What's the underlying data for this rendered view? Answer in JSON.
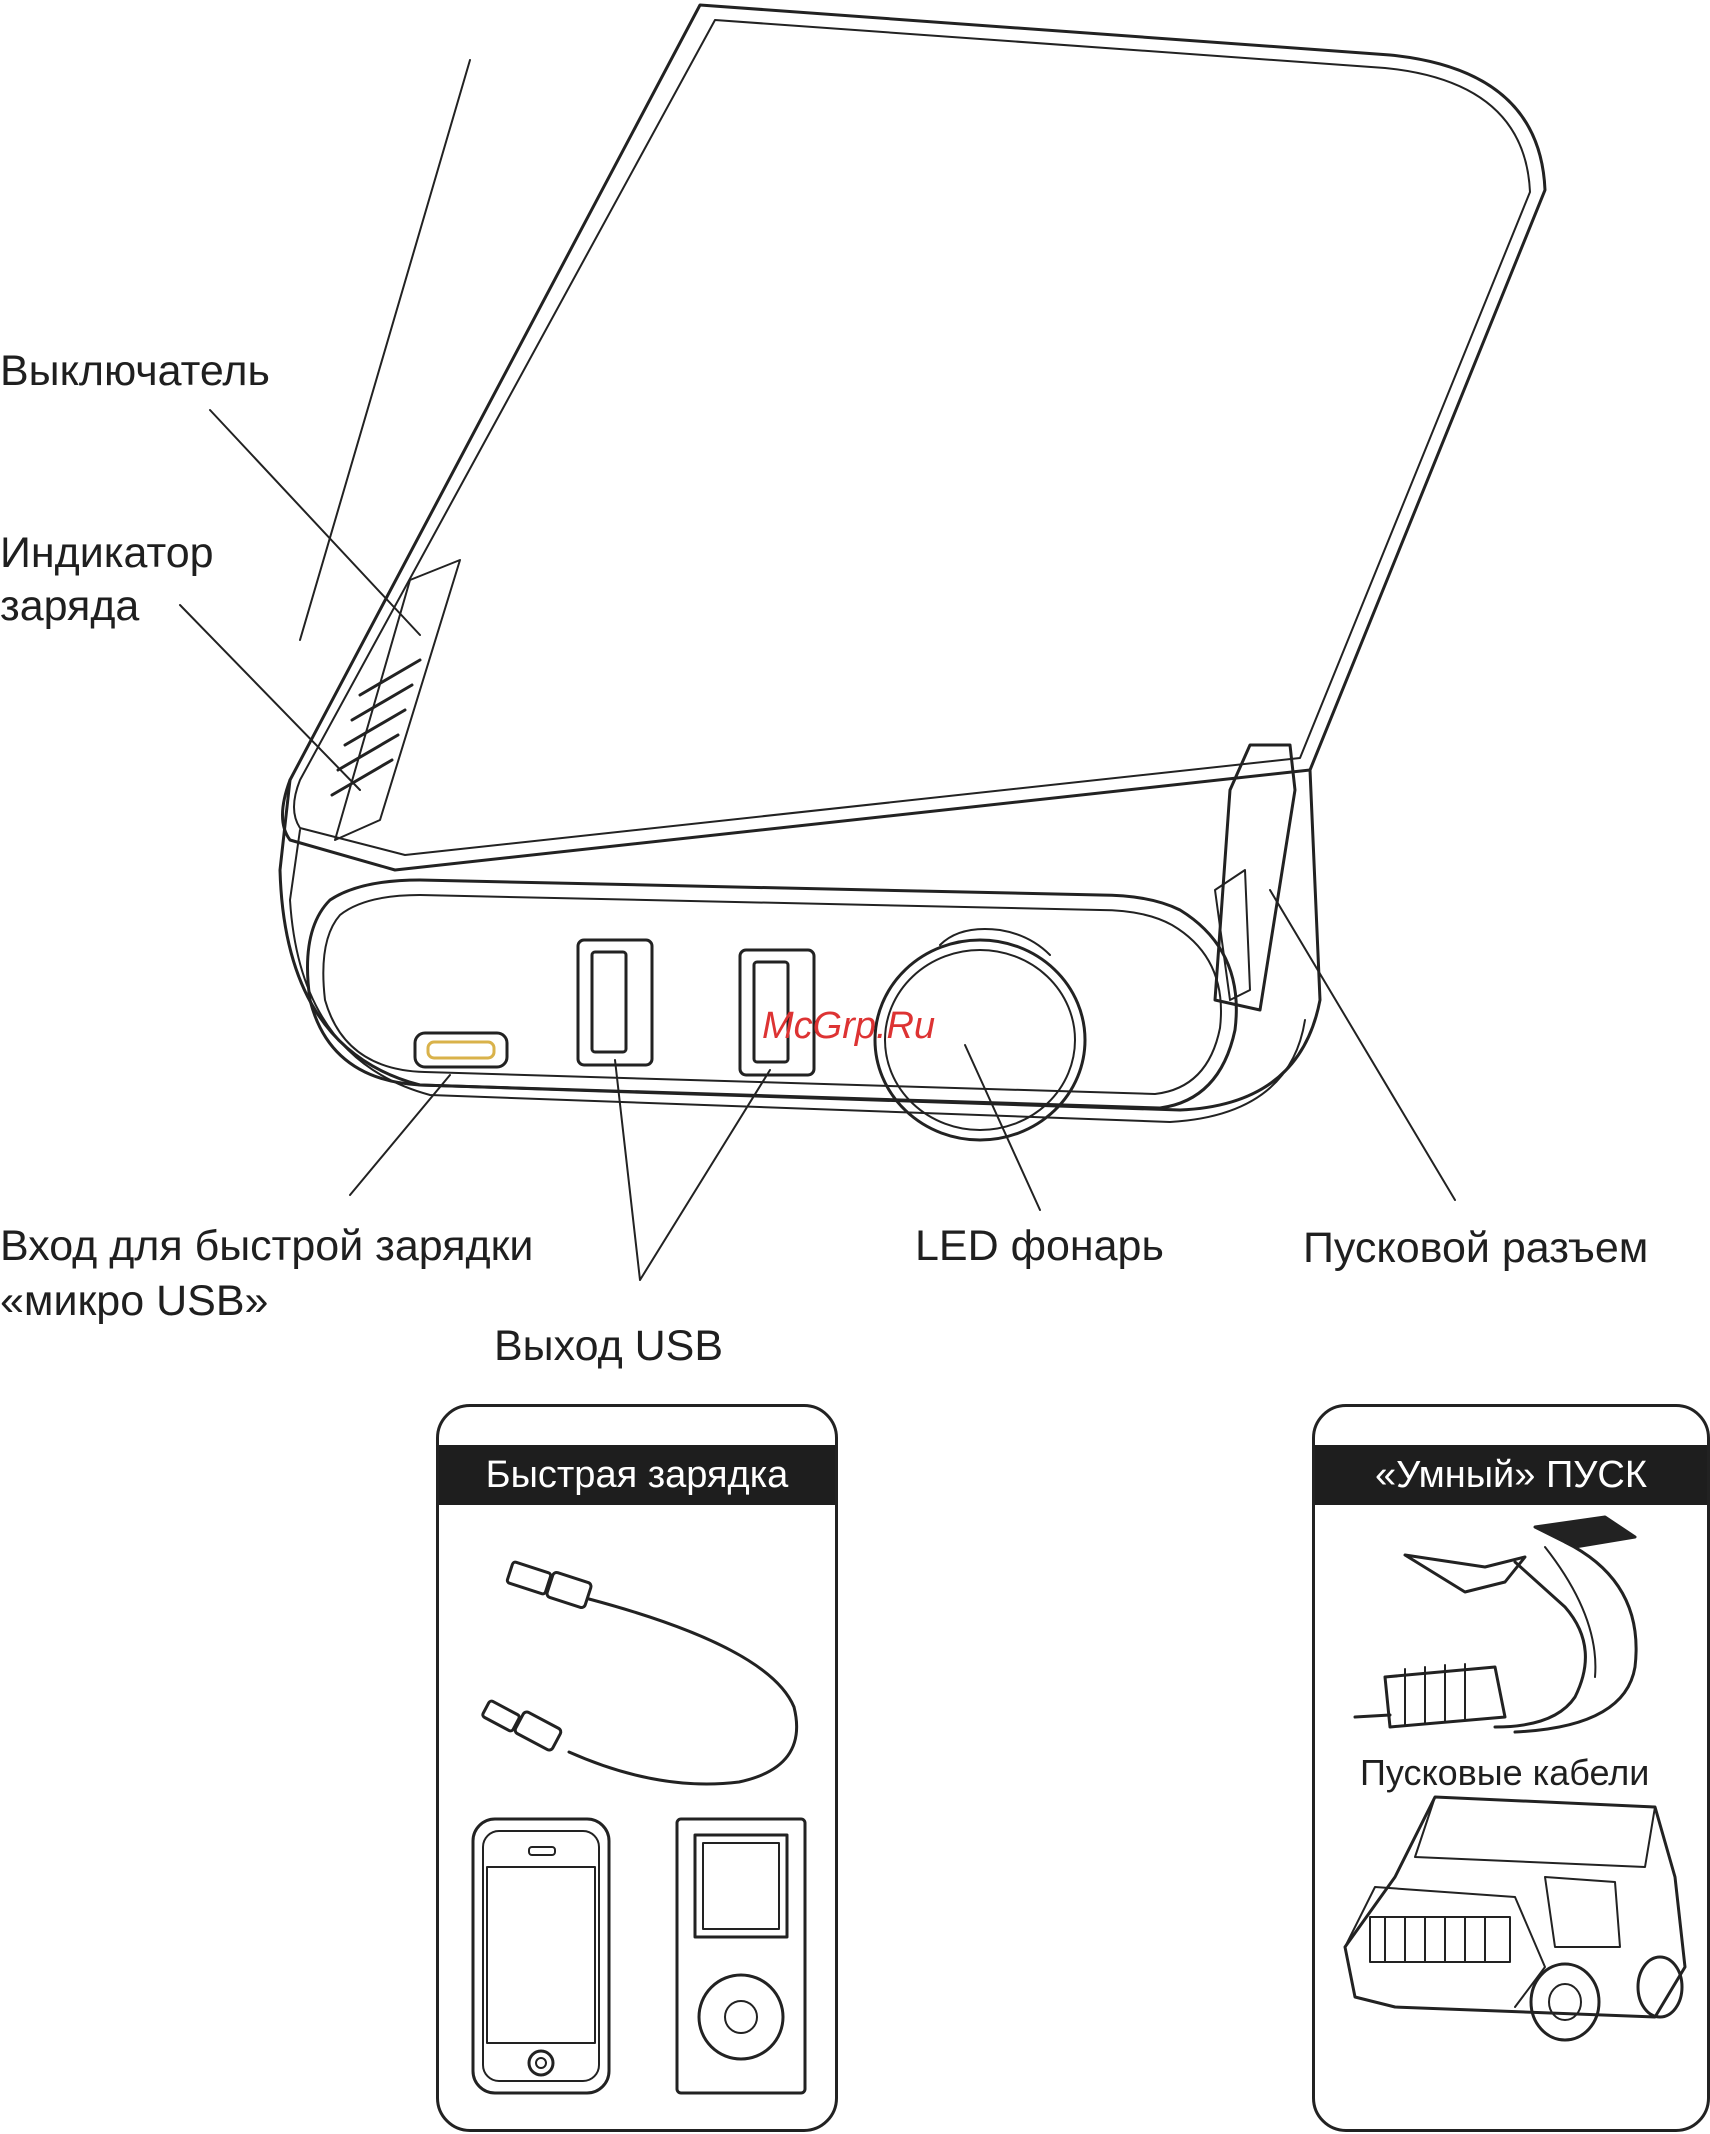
{
  "labels": {
    "switch": "Выключатель",
    "charge_indicator_line1": "Индикатор",
    "charge_indicator_line2": "заряда",
    "fast_charge_input_line1": "Вход для быстрой зарядки",
    "fast_charge_input_line2": "«микро USB»",
    "usb_output": "Выход USB",
    "led_light": "LED фонарь",
    "jump_port": "Пусковой разъем"
  },
  "watermark": "McGrp.Ru",
  "panels": {
    "fast_charge": {
      "title": "Быстрая зарядка"
    },
    "smart_start": {
      "title": "«Умный» ПУСК",
      "cables_caption": "Пусковые кабели"
    }
  },
  "colors": {
    "stroke": "#222222",
    "micro_usb_accent": "#d9b24a",
    "watermark": "#dd3333"
  }
}
